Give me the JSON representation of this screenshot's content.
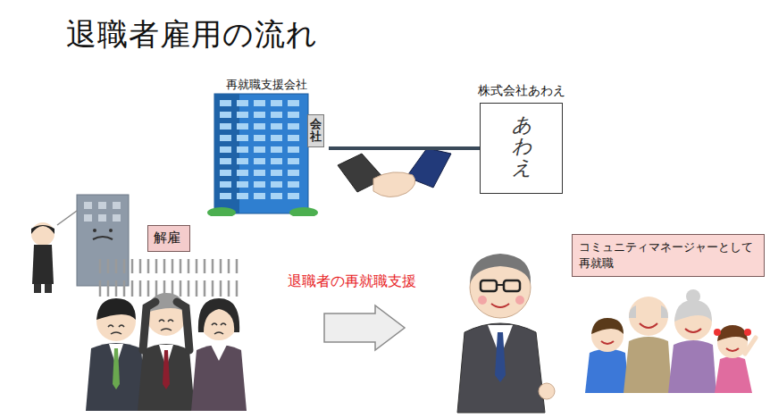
{
  "diagram": {
    "title": "退職者雇用の流れ",
    "nodes": [
      {
        "text": [
          "再就職支援会社",
          "会社"
        ]
      },
      {
        "text": [
          "株式会社あわえ",
          "あわえ"
        ]
      },
      {
        "text": [
          "解雇"
        ]
      },
      {
        "text": [
          "コミュニティマネージャーとして 再就職"
        ]
      }
    ],
    "edges": [
      {
        "from": 0,
        "to": 1,
        "arrow": "none"
      }
    ],
    "labels": [
      "退職者の再就職支援"
    ]
  }
}
